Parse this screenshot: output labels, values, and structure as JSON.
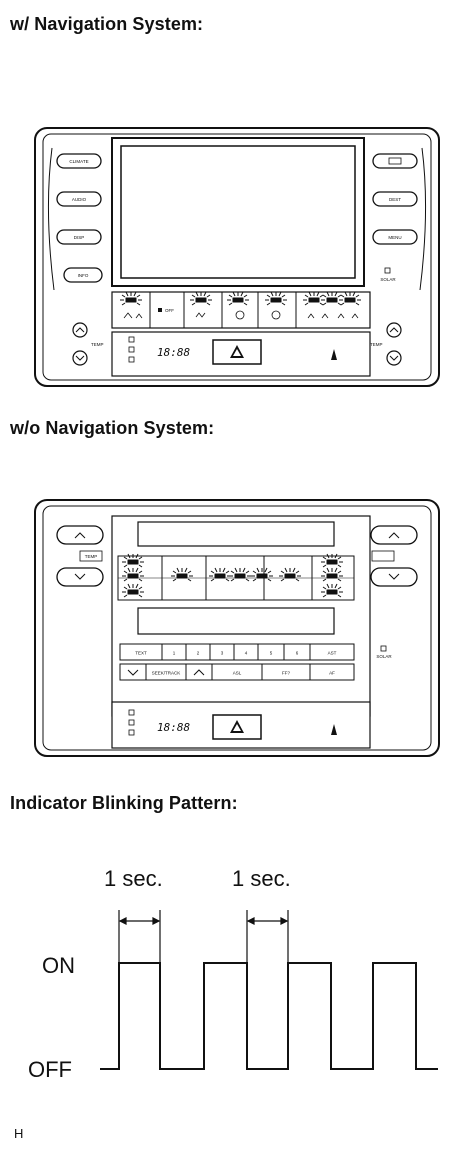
{
  "headings": {
    "nav": "w/ Navigation System:",
    "no_nav": "w/o Navigation System:",
    "pattern": "Indicator Blinking Pattern:"
  },
  "nav_panel": {
    "left_buttons": [
      "CLIMATE",
      "AUDIO",
      "DISP",
      "INFO"
    ],
    "right_buttons": [
      "",
      "DEST",
      "MENU"
    ],
    "sensor_label": "SOLAR",
    "off_label": "OFF",
    "temp_label": "TEMP",
    "clock": "18:88",
    "hazard_icon": "hazard-triangle-icon"
  },
  "no_nav_panel": {
    "temp_left": "TEMP",
    "sensor_label": "SOLAR",
    "row1": [
      "TEXT",
      "1",
      "2",
      "3",
      "4",
      "5",
      "6",
      "AST"
    ],
    "row2": [
      "SEEK/TRACK",
      "ASL",
      "FF?",
      "AF"
    ],
    "clock": "18:88",
    "hazard_icon": "hazard-triangle-icon"
  },
  "pattern": {
    "interval_label_1": "1 sec.",
    "interval_label_2": "1 sec.",
    "on_label": "ON",
    "off_label": "OFF",
    "states": [
      0,
      1,
      0,
      1,
      0,
      1,
      0,
      1,
      0
    ]
  },
  "corner_mark": "H"
}
